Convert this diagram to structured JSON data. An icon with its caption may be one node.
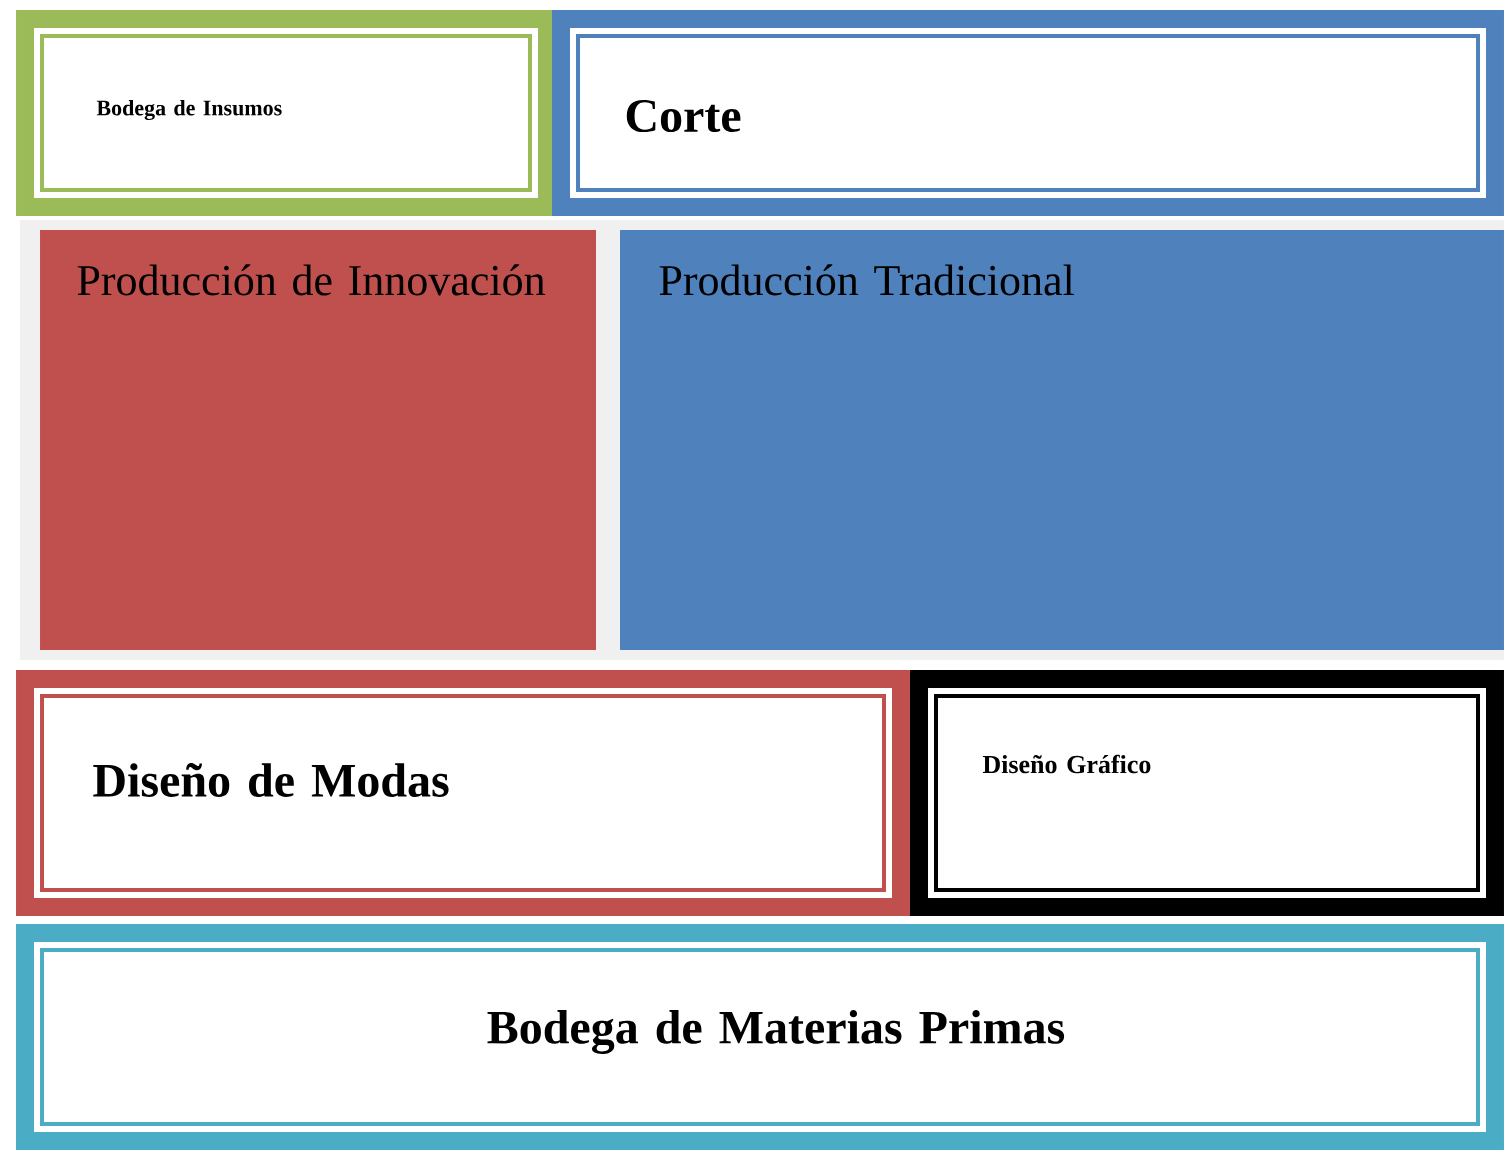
{
  "diagram": {
    "nodes": [
      {
        "text": [
          "Bodega de Insumos"
        ]
      },
      {
        "text": [
          "Corte"
        ]
      },
      {
        "text": [
          "Producción de Innovación"
        ]
      },
      {
        "text": [
          "Producción Tradicional"
        ]
      },
      {
        "text": [
          "Diseño de Modas"
        ]
      },
      {
        "text": [
          "Diseño Gráfico"
        ]
      },
      {
        "text": [
          "Bodega de Materias Primas"
        ]
      }
    ]
  }
}
